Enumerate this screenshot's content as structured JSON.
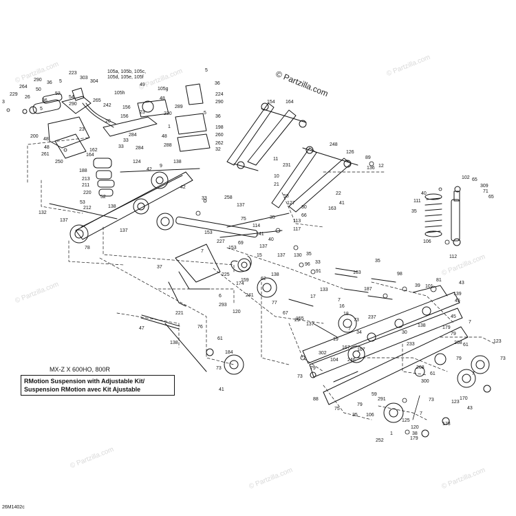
{
  "brand": "© Partzilla.com",
  "watermarks": [
    "© Partzilla.com",
    "© Partzilla.com",
    "© Partzilla.com",
    "© Partzilla.com",
    "© Partzilla.com",
    "© Partzilla.com",
    "© Partzilla.com",
    "© Partzilla.com"
  ],
  "model": "MX-Z X 600HO, 800R",
  "title": {
    "line1": "RMotion Suspension with Adjustable Kit/",
    "line2": "Suspension RMotion avec Kit Ajustable"
  },
  "reference": "26M1402c",
  "callouts": [
    "223",
    "290",
    "36",
    "5",
    "264",
    "50",
    "303",
    "304",
    "229",
    "26",
    "3",
    "36",
    "52",
    "54",
    "290",
    "5",
    "105a, 105b, 105c,",
    "105d, 105e, 105f",
    "49",
    "105g",
    "5",
    "36",
    "224",
    "290",
    "265",
    "242",
    "156",
    "23",
    "48",
    "105h",
    "289",
    "230",
    "1",
    "5",
    "36",
    "198",
    "260",
    "262",
    "32",
    "200",
    "23",
    "48",
    "48",
    "261",
    "250",
    "162",
    "154",
    "20",
    "156",
    "284",
    "33",
    "284",
    "33",
    "288",
    "48",
    "124",
    "9",
    "138",
    "42",
    "164",
    "188",
    "213",
    "211",
    "220",
    "52",
    "53",
    "212",
    "138",
    "42",
    "132",
    "137",
    "137",
    "78",
    "33",
    "258",
    "137",
    "153",
    "227",
    "114",
    "75",
    "141",
    "40",
    "35",
    "164",
    "248",
    "126",
    "11",
    "231",
    "10",
    "89",
    "136",
    "12",
    "22",
    "41",
    "163",
    "21",
    "58",
    "127",
    "30",
    "66",
    "113",
    "117",
    "40",
    "111",
    "102",
    "65",
    "309",
    "71",
    "65",
    "35",
    "106",
    "112",
    "69",
    "137",
    "7",
    "153",
    "15",
    "137",
    "35",
    "96",
    "37",
    "225",
    "174",
    "62",
    "138",
    "159",
    "241",
    "130",
    "33",
    "91",
    "6",
    "120",
    "293",
    "221",
    "133",
    "17",
    "35",
    "163",
    "98",
    "39",
    "101",
    "81",
    "43",
    "139",
    "45",
    "47",
    "77",
    "138",
    "76",
    "67",
    "155",
    "7",
    "16",
    "18",
    "29",
    "137",
    "34",
    "19",
    "187",
    "237",
    "7",
    "73",
    "7",
    "138",
    "179",
    "61",
    "79",
    "30",
    "233",
    "268",
    "123",
    "73",
    "7",
    "61",
    "79",
    "300",
    "167",
    "302",
    "167",
    "104",
    "75",
    "246",
    "35",
    "106",
    "291",
    "73",
    "1",
    "120",
    "125",
    "7",
    "38",
    "179",
    "173",
    "252",
    "88",
    "61",
    "73",
    "184",
    "41",
    "59",
    "79",
    "73",
    "79",
    "170",
    "43",
    "45",
    "268",
    "123"
  ]
}
